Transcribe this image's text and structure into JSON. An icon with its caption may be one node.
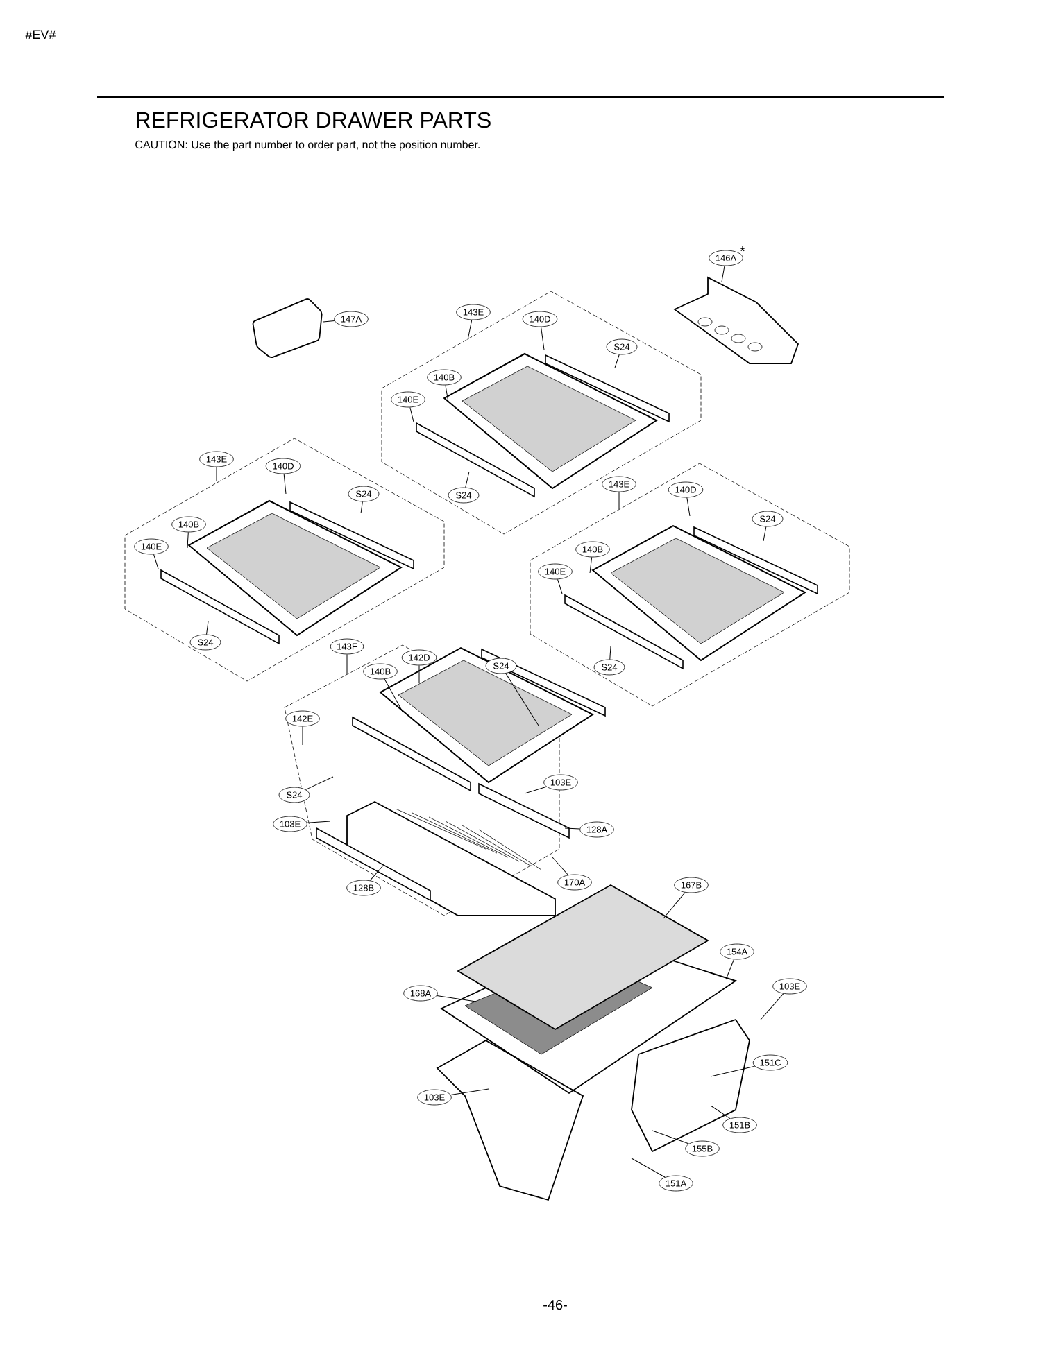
{
  "diagram": {
    "title": "REFRIGERATOR DRAWER PARTS",
    "nodes": [
      {
        "text": [
          "146A"
        ],
        "beside": [
          "*"
        ]
      },
      {
        "text": [
          "147A"
        ]
      },
      {
        "text": [
          "143E"
        ]
      },
      {
        "text": [
          "140D"
        ]
      },
      {
        "text": [
          "S24"
        ]
      },
      {
        "text": [
          "140B"
        ]
      },
      {
        "text": [
          "140E"
        ]
      },
      {
        "text": [
          "S24"
        ]
      },
      {
        "text": [
          "143E"
        ]
      },
      {
        "text": [
          "140D"
        ]
      },
      {
        "text": [
          "S24"
        ]
      },
      {
        "text": [
          "140B"
        ]
      },
      {
        "text": [
          "140E"
        ]
      },
      {
        "text": [
          "S24"
        ]
      },
      {
        "text": [
          "143E"
        ]
      },
      {
        "text": [
          "140D"
        ]
      },
      {
        "text": [
          "S24"
        ]
      },
      {
        "text": [
          "140B"
        ]
      },
      {
        "text": [
          "140E"
        ]
      },
      {
        "text": [
          "S24"
        ]
      },
      {
        "text": [
          "143F"
        ]
      },
      {
        "text": [
          "142D"
        ]
      },
      {
        "text": [
          "S24"
        ]
      },
      {
        "text": [
          "140B"
        ]
      },
      {
        "text": [
          "142E"
        ]
      },
      {
        "text": [
          "S24"
        ]
      },
      {
        "text": [
          "103E"
        ]
      },
      {
        "text": [
          "103E"
        ]
      },
      {
        "text": [
          "128A"
        ]
      },
      {
        "text": [
          "128B"
        ]
      },
      {
        "text": [
          "170A"
        ]
      },
      {
        "text": [
          "167B"
        ]
      },
      {
        "text": [
          "154A"
        ]
      },
      {
        "text": [
          "168A"
        ]
      },
      {
        "text": [
          "103E"
        ]
      },
      {
        "text": [
          "151C"
        ]
      },
      {
        "text": [
          "103E"
        ]
      },
      {
        "text": [
          "151B"
        ]
      },
      {
        "text": [
          "155B"
        ]
      },
      {
        "text": [
          "151A"
        ]
      }
    ],
    "edges": [
      {
        "from": 0,
        "to": null,
        "arrow": "none"
      },
      {
        "from": 1,
        "to": null,
        "arrow": "none"
      },
      {
        "from": 2,
        "to": null,
        "arrow": "none"
      },
      {
        "from": 3,
        "to": null,
        "arrow": "none"
      },
      {
        "from": 4,
        "to": null,
        "arrow": "none"
      },
      {
        "from": 5,
        "to": null,
        "arrow": "none"
      },
      {
        "from": 6,
        "to": null,
        "arrow": "none"
      },
      {
        "from": 7,
        "to": null,
        "arrow": "none"
      },
      {
        "from": 8,
        "to": null,
        "arrow": "none"
      },
      {
        "from": 9,
        "to": null,
        "arrow": "none"
      },
      {
        "from": 10,
        "to": null,
        "arrow": "none"
      },
      {
        "from": 11,
        "to": null,
        "arrow": "none"
      },
      {
        "from": 12,
        "to": null,
        "arrow": "none"
      },
      {
        "from": 13,
        "to": null,
        "arrow": "none"
      },
      {
        "from": 14,
        "to": null,
        "arrow": "none"
      },
      {
        "from": 15,
        "to": null,
        "arrow": "none"
      },
      {
        "from": 16,
        "to": null,
        "arrow": "none"
      },
      {
        "from": 17,
        "to": null,
        "arrow": "none"
      },
      {
        "from": 18,
        "to": null,
        "arrow": "none"
      },
      {
        "from": 19,
        "to": null,
        "arrow": "none"
      },
      {
        "from": 20,
        "to": null,
        "arrow": "none"
      },
      {
        "from": 21,
        "to": null,
        "arrow": "none"
      },
      {
        "from": 22,
        "to": null,
        "arrow": "none"
      },
      {
        "from": 23,
        "to": null,
        "arrow": "none"
      },
      {
        "from": 24,
        "to": null,
        "arrow": "none"
      },
      {
        "from": 25,
        "to": null,
        "arrow": "none"
      },
      {
        "from": 26,
        "to": null,
        "arrow": "none"
      },
      {
        "from": 27,
        "to": null,
        "arrow": "none"
      },
      {
        "from": 28,
        "to": null,
        "arrow": "none"
      },
      {
        "from": 29,
        "to": null,
        "arrow": "none"
      },
      {
        "from": 30,
        "to": null,
        "arrow": "none"
      },
      {
        "from": 31,
        "to": null,
        "arrow": "none"
      },
      {
        "from": 32,
        "to": null,
        "arrow": "none"
      },
      {
        "from": 33,
        "to": null,
        "arrow": "none"
      },
      {
        "from": 34,
        "to": null,
        "arrow": "none"
      },
      {
        "from": 35,
        "to": null,
        "arrow": "none"
      },
      {
        "from": 36,
        "to": null,
        "arrow": "none"
      },
      {
        "from": 37,
        "to": null,
        "arrow": "none"
      },
      {
        "from": 38,
        "to": null,
        "arrow": "none"
      },
      {
        "from": 39,
        "to": null,
        "arrow": "none"
      }
    ],
    "labels": [
      "#EV#",
      "CAUTION: Use the part number to order part, not the position number.",
      "-46-"
    ]
  }
}
